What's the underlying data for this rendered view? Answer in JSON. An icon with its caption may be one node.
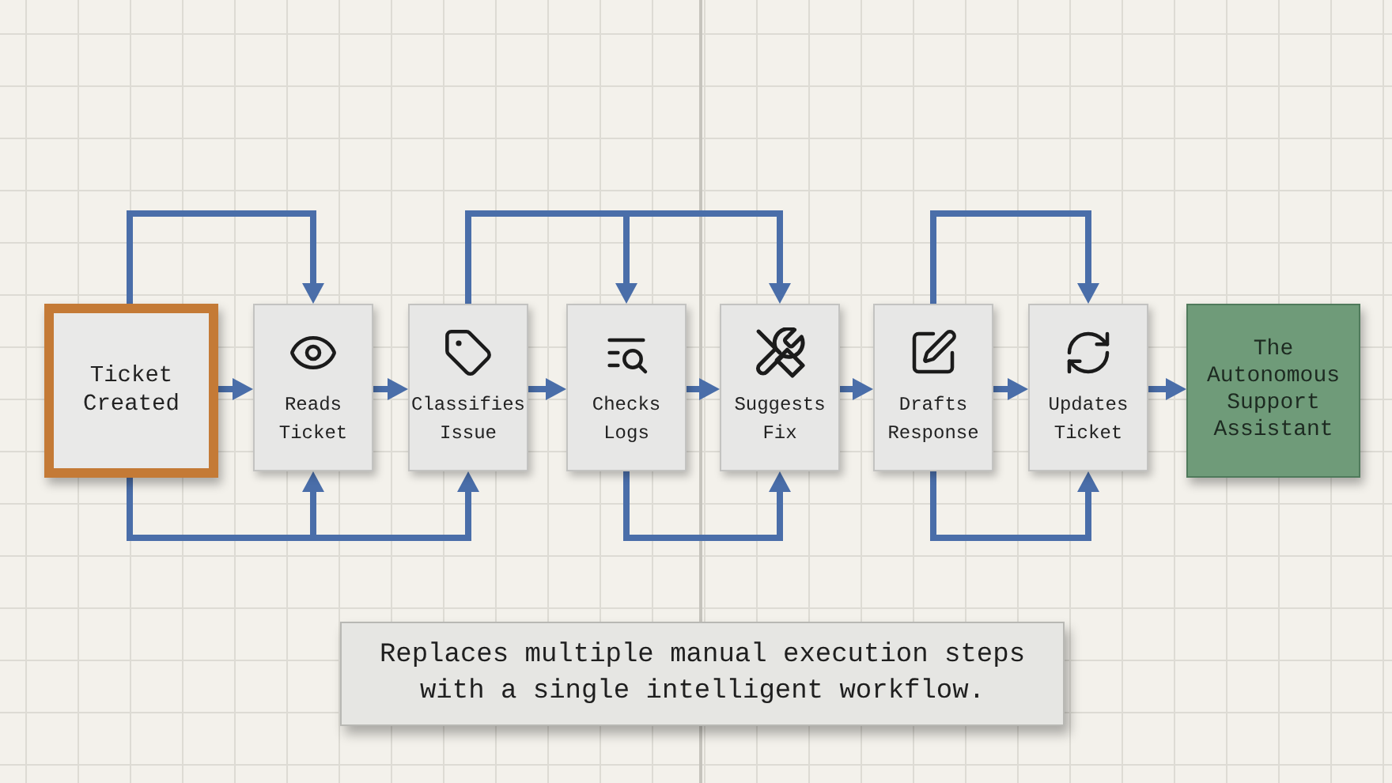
{
  "diagram": {
    "nodes": [
      {
        "text": [
          "Ticket Created"
        ]
      },
      {
        "text": [
          "Reads Ticket"
        ]
      },
      {
        "text": [
          "Classifies Issue"
        ]
      },
      {
        "text": [
          "Checks Logs"
        ]
      },
      {
        "text": [
          "Suggests Fix"
        ]
      },
      {
        "text": [
          "Drafts Response"
        ]
      },
      {
        "text": [
          "Updates Ticket"
        ]
      },
      {
        "text": [
          "The Autonomous Support Assistant"
        ]
      },
      {
        "text": [
          "Replaces multiple manual execution steps with a single intelligent workflow."
        ]
      }
    ],
    "edges": [
      {
        "from": 0,
        "to": 1,
        "arrow": "to"
      },
      {
        "from": 1,
        "to": 2,
        "arrow": "to"
      },
      {
        "from": 2,
        "to": 3,
        "arrow": "to"
      },
      {
        "from": 3,
        "to": 4,
        "arrow": "to"
      },
      {
        "from": 4,
        "to": 5,
        "arrow": "to"
      },
      {
        "from": 5,
        "to": 6,
        "arrow": "to"
      },
      {
        "from": 6,
        "to": 7,
        "arrow": "to"
      },
      {
        "from": 0,
        "to": 1,
        "arrow": "to"
      },
      {
        "from": 2,
        "to": 3,
        "arrow": "to"
      },
      {
        "from": 2,
        "to": 4,
        "arrow": "to"
      },
      {
        "from": 5,
        "to": 6,
        "arrow": "to"
      },
      {
        "from": 0,
        "to": 1,
        "arrow": "to"
      },
      {
        "from": 0,
        "to": 2,
        "arrow": "to"
      },
      {
        "from": 3,
        "to": 4,
        "arrow": "to"
      },
      {
        "from": 5,
        "to": 6,
        "arrow": "to"
      }
    ]
  }
}
